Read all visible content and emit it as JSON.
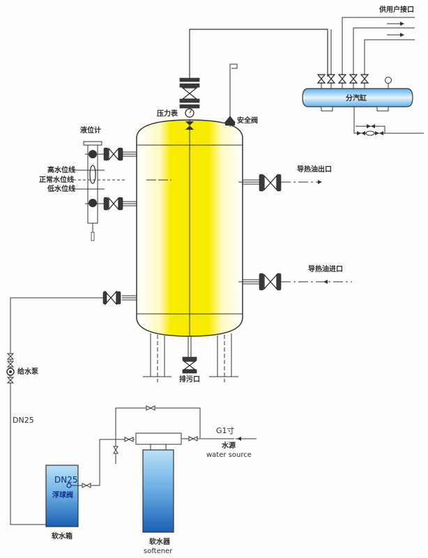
{
  "title": "导热油蒸汽发生器系统流程图",
  "labels": {
    "user_port": "供用户接口",
    "steam_header": "分汽缸",
    "pressure_gauge": "压力表",
    "safety_valve": "安全阀",
    "level_gauge": "液位计",
    "high_level": "高水位线",
    "normal_level": "正常水位线",
    "low_level": "低水位线",
    "oil_outlet": "导热油出口",
    "oil_inlet": "导热油进口",
    "feed_pump": "给水泵",
    "pipe_size_main": "DN25",
    "blowdown": "排污口",
    "thread_size": "G1寸",
    "water_source_cn": "水源",
    "water_source_en": "water source",
    "float_valve_size": "DN25",
    "float_valve": "浮球阀",
    "soft_water_tank": "软水箱",
    "softener_cn": "软水器",
    "softener_en": "softener"
  },
  "colors": {
    "vessel_fill": "#f7ec00",
    "tank_blue_top": "#a9d6f5",
    "tank_blue_bottom": "#1a5fb4",
    "line": "#333333"
  }
}
